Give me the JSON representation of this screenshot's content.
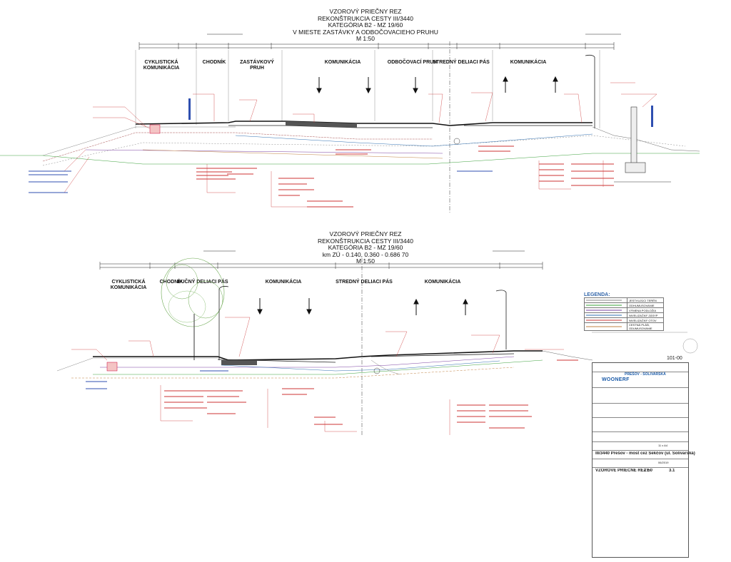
{
  "sections": [
    {
      "title_lines": [
        "VZOROVÝ PRIEČNY REZ",
        "REKONŠTRUKCIA CESTY III/3440",
        "KATEGÓRIA B2 - MZ 19/60",
        "V MIESTE ZASTÁVKY A ODBOČOVACIEHO PRUHU",
        "M 1:50"
      ],
      "zones": [
        "CYKLISTICKÁ\nKOMUNIKÁCIA",
        "CHODNÍK",
        "ZASTÁVKOVÝ\nPRUH",
        "KOMUNIKÁCIA",
        "ODBOČOVACÍ PRUH",
        "STREDNÝ DELIACI PÁS",
        "KOMUNIKÁCIA"
      ]
    },
    {
      "title_lines": [
        "VZOROVÝ PRIEČNY REZ",
        "REKONŠTRUKCIA CESTY III/3440",
        "KATEGÓRIA B2 - MZ 19/60",
        "km ZÚ - 0.140, 0.360 - 0.686 70",
        "M 1:50"
      ],
      "zones": [
        "CYKLISTICKÁ\nKOMUNIKÁCIA",
        "CHODNÍK",
        "BUČNÝ DELIACI PÁS",
        "KOMUNIKÁCIA",
        "STREDNÝ DELIACI PÁS",
        "KOMUNIKÁCIA"
      ]
    }
  ],
  "legend": {
    "title": "LEGENDA:",
    "items": [
      {
        "label": "JESTVUJÚCI TERÉN",
        "color": "#8a8a8a"
      },
      {
        "label": "ODHUMUSOVANIE",
        "color": "#3aa03a"
      },
      {
        "label": "VÝMENA PODLOŽIA",
        "color": "#7a3fa0"
      },
      {
        "label": "NIVELIZAČNÝ ZÁSYP",
        "color": "#2f6fb0"
      },
      {
        "label": "NIVELIZAČNÝ OTOV",
        "color": "#cc3333"
      },
      {
        "label": "CESTNÁ PLÁŇ, ODUMUSOVANIE",
        "color": "#c08040"
      }
    ]
  },
  "title_block": {
    "sheet_number": "101-00",
    "client_logo": "WOONERF",
    "region_logo": "PREŠOV - SOLIVARSKÁ",
    "project": "III/3440 Prešov - most cez Sekčov (ul. Solivarská)",
    "drawing": "VZOROVÉ PRIEČNE REZY",
    "scale": "1:50",
    "number": "3.1",
    "date": "06/2019",
    "format": "11 x A4"
  }
}
